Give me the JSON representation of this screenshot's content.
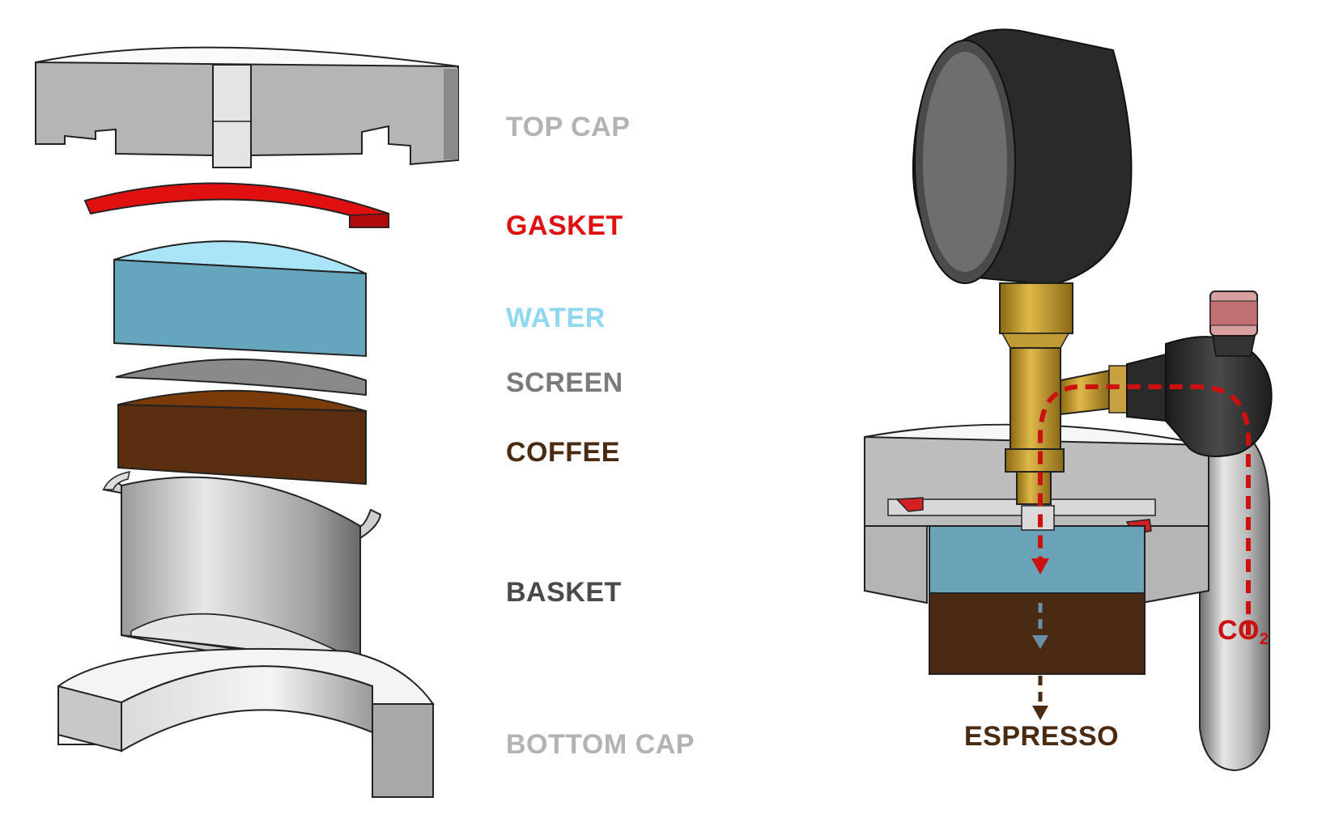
{
  "labels": {
    "top_cap": "TOP CAP",
    "gasket": "GASKET",
    "water": "WATER",
    "screen": "SCREEN",
    "coffee": "COFFEE",
    "basket": "BASKET",
    "bottom_cap": "BOTTOM CAP",
    "espresso": "ESPRESSO",
    "co2_main": "CO",
    "co2_sub": "2"
  },
  "colors": {
    "top_cap": "#b3b3b3",
    "gasket": "#e01010",
    "water": "#8fd8f0",
    "screen": "#7a7a7a",
    "coffee": "#4a2a10",
    "basket": "#4a4a4a",
    "bottom_cap": "#b3b3b3",
    "espresso": "#4a2a10",
    "co2": "#cc1111"
  }
}
